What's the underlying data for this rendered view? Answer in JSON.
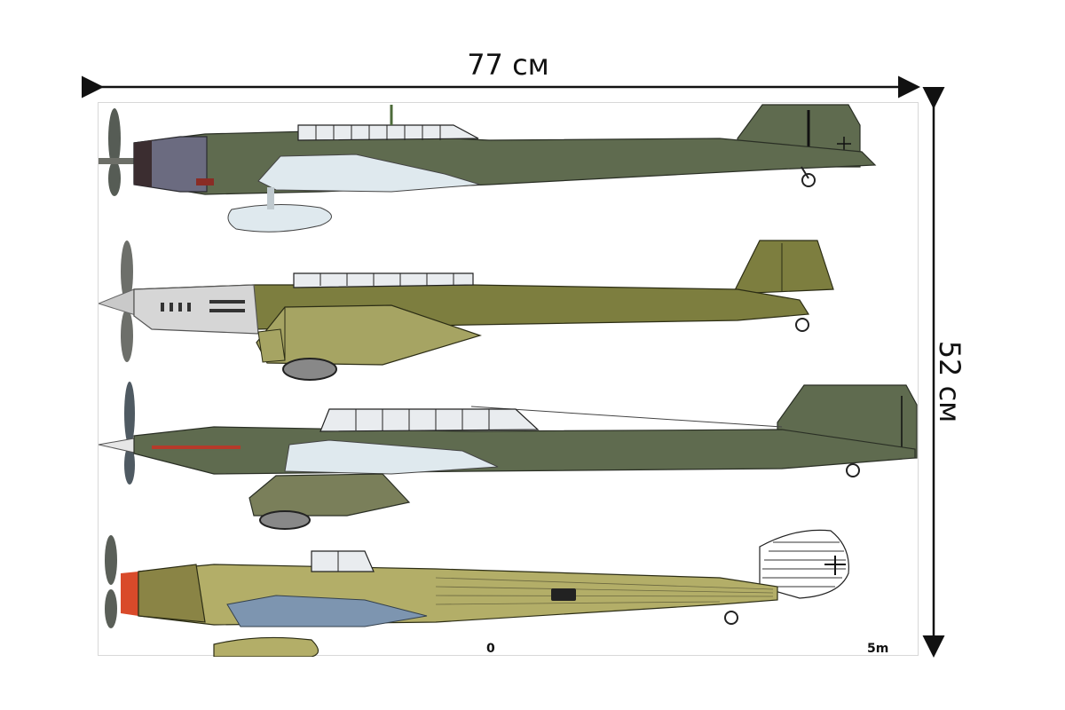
{
  "dimensions": {
    "width_label": "77 см",
    "height_label": "52 см"
  },
  "scale": {
    "start_label": "0",
    "end_label": "5m"
  },
  "colors": {
    "olive_dark": "#5f6b4f",
    "olive_mid": "#7d7e3f",
    "olive_light": "#a6a463",
    "underside": "#dfe9ee",
    "blue_underside": "#7d95b0",
    "spinner": "#d94a2a"
  },
  "aircraft": [
    {
      "name": "aircraft-1"
    },
    {
      "name": "aircraft-2"
    },
    {
      "name": "aircraft-3"
    },
    {
      "name": "aircraft-4"
    }
  ]
}
